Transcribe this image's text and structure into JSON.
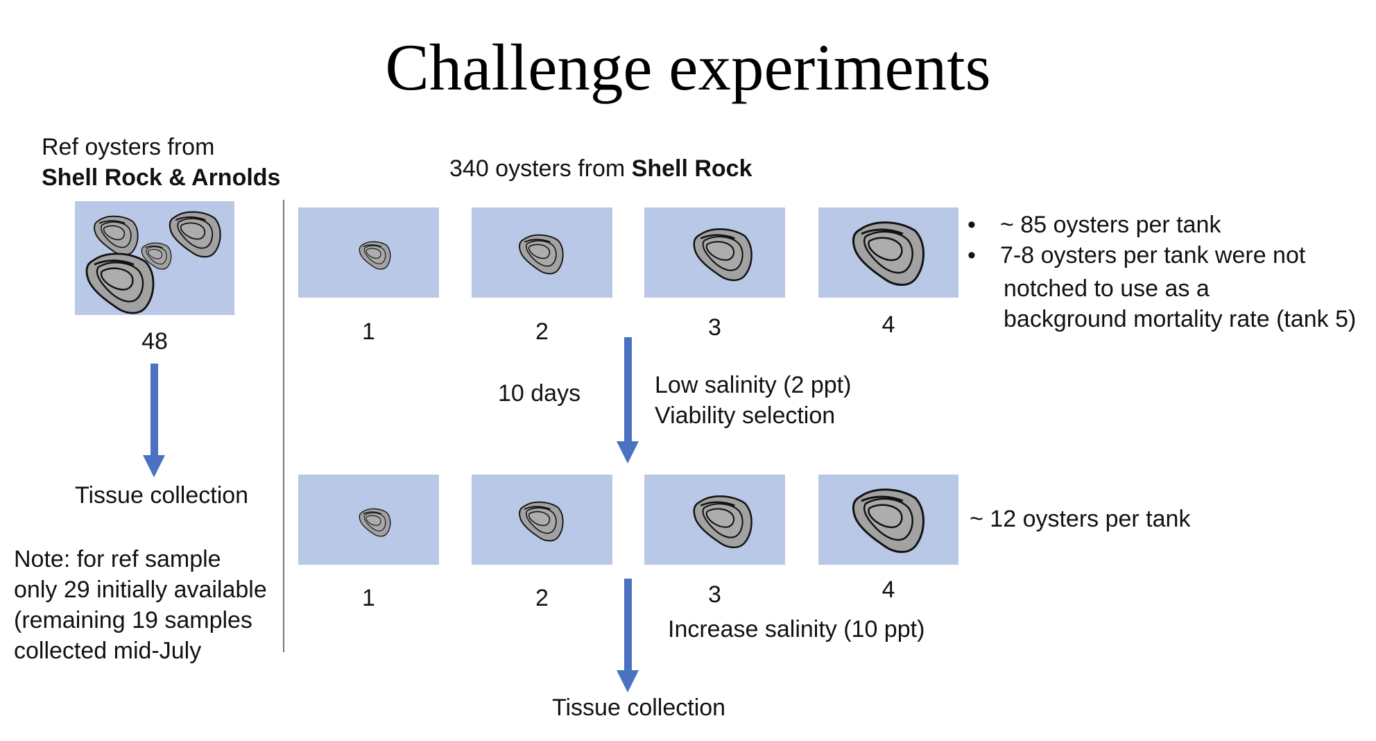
{
  "title": "Challenge experiments",
  "ref": {
    "line1": "Ref oysters from",
    "line2": "Shell Rock & Arnolds",
    "count": "48",
    "collection": "Tissue collection",
    "note": [
      "Note: for ref sample",
      "only 29 initially available",
      "(remaining 19 samples",
      "collected mid-July"
    ]
  },
  "main": {
    "source_prefix": "340 oysters from ",
    "source_bold": "Shell Rock",
    "tank_labels_top": [
      "1",
      "2",
      "3",
      "4"
    ],
    "tank_labels_bottom": [
      "1",
      "2",
      "3",
      "4"
    ],
    "duration": "10 days",
    "treatment_line1": "Low salinity (2 ppt)",
    "treatment_line2": "Viability selection",
    "bullets": [
      "~ 85 oysters per tank",
      "7-8 oysters per tank were not"
    ],
    "bullet_continuation": [
      "notched to use as a",
      "background mortality rate (tank 5)"
    ],
    "after_count": "~ 12 oysters per tank",
    "recovery": "Increase salinity (10 ppt)",
    "collection": "Tissue collection"
  },
  "colors": {
    "tank": "#b8c8e6",
    "arrow": "#4a72c0",
    "oyster_fill": "#9e9e9e",
    "oyster_stroke": "#111111"
  }
}
